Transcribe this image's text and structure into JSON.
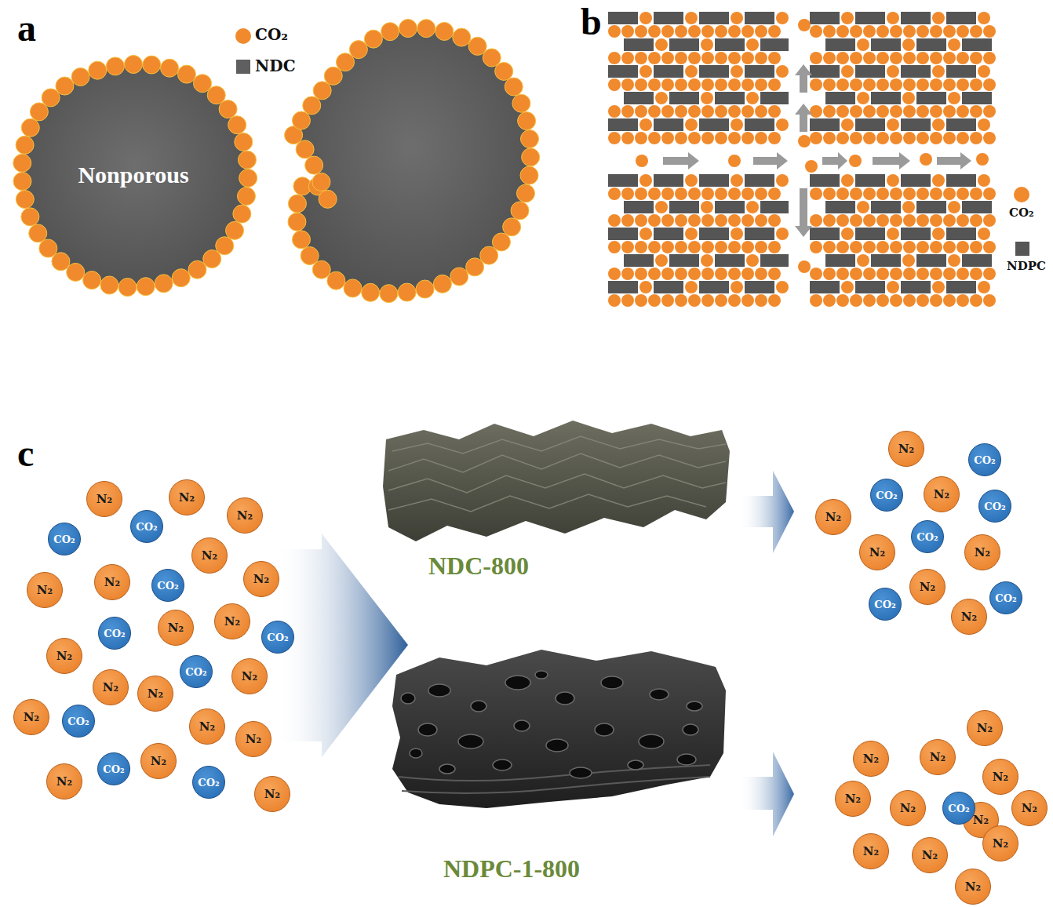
{
  "diagram": {
    "nodes": [
      {
        "text": [
          "N₂"
        ]
      },
      {
        "text": [
          "N₂"
        ]
      },
      {
        "text": [
          "N₂"
        ]
      },
      {
        "text": [
          "N₂"
        ]
      },
      {
        "text": [
          "N₂"
        ]
      },
      {
        "text": [
          "N₂"
        ]
      },
      {
        "text": [
          "N₂"
        ]
      },
      {
        "text": [
          "N₂"
        ]
      },
      {
        "text": [
          "N₂"
        ]
      },
      {
        "text": [
          "N₂"
        ]
      },
      {
        "text": [
          "N₂"
        ]
      },
      {
        "text": [
          "N₂"
        ]
      },
      {
        "text": [
          "N₂"
        ]
      },
      {
        "text": [
          "N₂"
        ]
      },
      {
        "text": [
          "N₂"
        ]
      },
      {
        "text": [
          "N₂"
        ]
      },
      {
        "text": [
          "N₂"
        ]
      },
      {
        "text": [
          "N₂"
        ]
      },
      {
        "text": [
          "N₂"
        ]
      },
      {
        "text": [
          "CO₂"
        ]
      },
      {
        "text": [
          "CO₂"
        ]
      },
      {
        "text": [
          "CO₂"
        ]
      },
      {
        "text": [
          "CO₂"
        ]
      },
      {
        "text": [
          "CO₂"
        ]
      },
      {
        "text": [
          "CO₂"
        ]
      },
      {
        "text": [
          "CO₂"
        ]
      },
      {
        "text": [
          "CO₂"
        ]
      },
      {
        "text": [
          "CO₂"
        ]
      },
      {
        "text": [
          "N₂"
        ]
      },
      {
        "text": [
          "N₂"
        ]
      },
      {
        "text": [
          "N₂"
        ]
      },
      {
        "text": [
          "N₂"
        ]
      },
      {
        "text": [
          "N₂"
        ]
      },
      {
        "text": [
          "N₂"
        ]
      },
      {
        "text": [
          "N₂"
        ]
      },
      {
        "text": [
          "CO₂"
        ]
      },
      {
        "text": [
          "CO₂"
        ]
      },
      {
        "text": [
          "CO₂"
        ]
      },
      {
        "text": [
          "CO₂"
        ]
      },
      {
        "text": [
          "CO₂"
        ]
      },
      {
        "text": [
          "CO₂"
        ]
      },
      {
        "text": [
          "N₂"
        ]
      },
      {
        "text": [
          "N₂"
        ]
      },
      {
        "text": [
          "N₂"
        ]
      },
      {
        "text": [
          "N₂"
        ]
      },
      {
        "text": [
          "N₂"
        ]
      },
      {
        "text": [
          "N₂"
        ]
      },
      {
        "text": [
          "N₂"
        ]
      },
      {
        "text": [
          "N₂"
        ]
      },
      {
        "text": [
          "N₂"
        ]
      },
      {
        "text": [
          "N₂"
        ]
      },
      {
        "text": [
          "N₂"
        ]
      },
      {
        "text": [
          "N₂"
        ]
      },
      {
        "text": [
          "CO₂"
        ]
      }
    ],
    "labels": [
      "a",
      "Nonporous",
      "b",
      "c",
      "NDC-800",
      "NDPC-1-800"
    ],
    "legend": [
      {
        "text": "CO₂",
        "color": "#f08a2c"
      },
      {
        "text": "NDC",
        "color": "#5f5f5f"
      },
      {
        "text": "CO₂",
        "color": "#f08a2c"
      },
      {
        "text": "NDPC",
        "color": "#555555"
      }
    ]
  }
}
